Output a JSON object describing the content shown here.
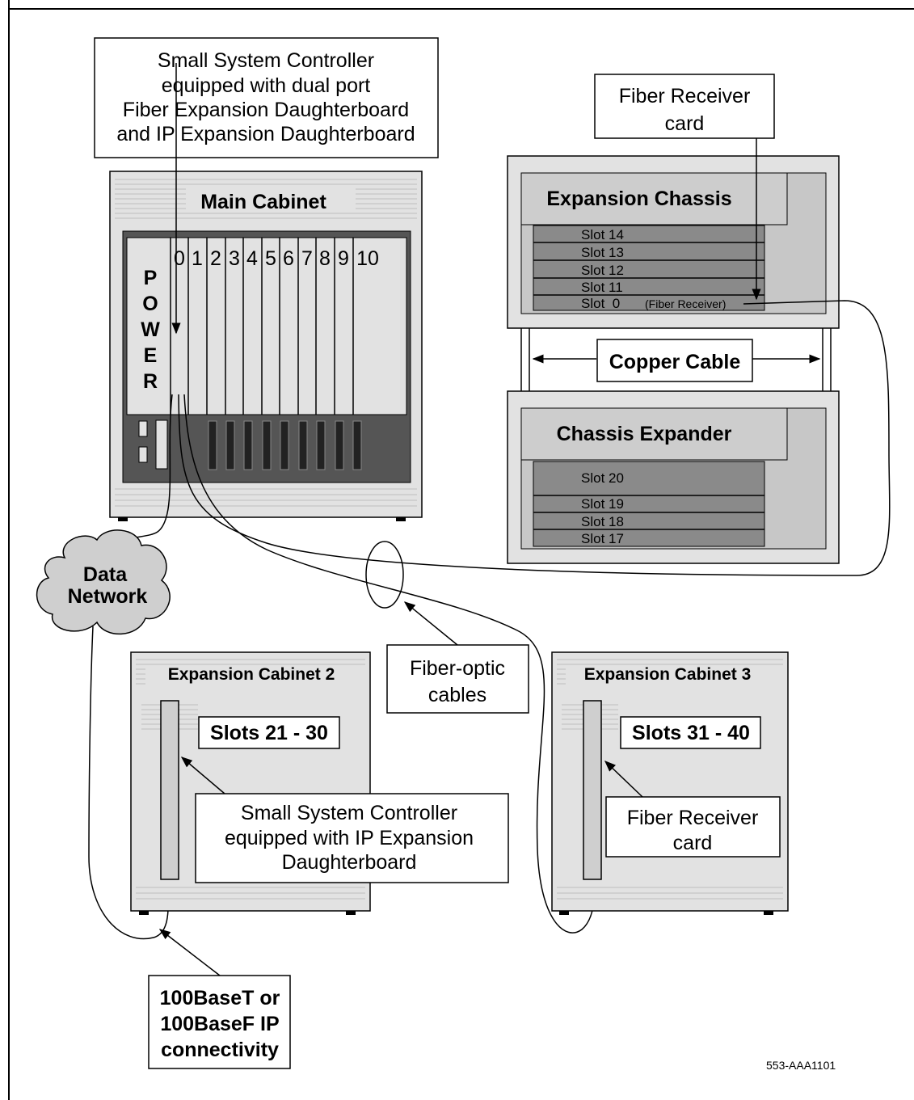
{
  "colors": {
    "panel_light": "#e2e2e2",
    "panel_mid": "#cdcdcd",
    "slot_dark": "#8a8a8a",
    "base_dark": "#555555",
    "stroke": "#000000"
  },
  "main_cabinet": {
    "title": "Main Cabinet",
    "power_letters": [
      "P",
      "O",
      "W",
      "E",
      "R"
    ],
    "slot_numbers": [
      "0",
      "1",
      "2",
      "3",
      "4",
      "5",
      "6",
      "7",
      "8",
      "9",
      "10"
    ]
  },
  "callouts": {
    "ssc_main": [
      "Small System Controller",
      "equipped with dual port",
      "Fiber Expansion Daughterboard",
      "and IP Expansion Daughterboard"
    ],
    "fiber_receiver_top": [
      "Fiber Receiver",
      "card"
    ],
    "copper_cable": "Copper Cable",
    "fiber_optic": [
      "Fiber-optic",
      "cables"
    ],
    "ssc_cab2": [
      "Small System Controller",
      "equipped with IP Expansion",
      "Daughterboard"
    ],
    "fiber_receiver_cab3": [
      "Fiber Receiver",
      "card"
    ],
    "ip_conn": [
      "100BaseT or",
      "100BaseF IP",
      "connectivity"
    ]
  },
  "expansion_chassis": {
    "title": "Expansion Chassis",
    "slots": [
      "Slot 14",
      "Slot 13",
      "Slot 12",
      "Slot 11"
    ],
    "slot0": "Slot  0",
    "slot0_note": "(Fiber Receiver)"
  },
  "chassis_expander": {
    "title": "Chassis Expander",
    "slot_top": "Slot 20",
    "slots": [
      "Slot 19",
      "Slot 18",
      "Slot 17"
    ]
  },
  "data_network": [
    "Data",
    "Network"
  ],
  "expansion_cabinet_2": {
    "title": "Expansion Cabinet 2",
    "slots_label": "Slots 21 - 30"
  },
  "expansion_cabinet_3": {
    "title": "Expansion Cabinet 3",
    "slots_label": "Slots 31 - 40"
  },
  "figure_id": "553-AAA1101"
}
